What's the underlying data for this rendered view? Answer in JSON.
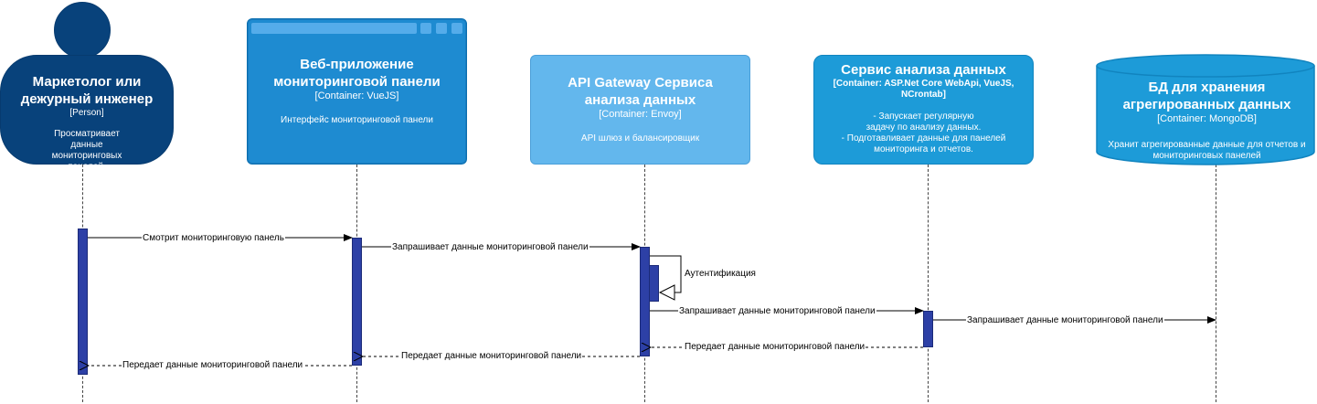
{
  "participants": {
    "person": {
      "title": "Маркетолог или дежурный инженер",
      "type": "[Person]",
      "description": "Просматривает данные мониторинговых панелей."
    },
    "webapp": {
      "title": "Веб-приложение мониторинговой панели",
      "type": "[Container: VueJS]",
      "description": "Интерфейс мониторинговой панели"
    },
    "gateway": {
      "title": "API Gateway Сервиса анализа данных",
      "type": "[Container: Envoy]",
      "description": "API шлюз и балансировщик"
    },
    "service": {
      "title": "Сервис анализа данных",
      "type": "[Container: ASP.Net Core WebApi, VueJS, NCrontab]",
      "description_lines": [
        "- Запускает регулярную",
        "задачу по анализу данных.",
        "- Подготавливает данные для панелей",
        "мониторинга и отчетов."
      ]
    },
    "db": {
      "title": "БД для хранения агрегированных данных",
      "type": "[Container: MongoDB]",
      "description": "Хранит агрегированные данные для отчетов и мониторинговых панелей"
    }
  },
  "messages": {
    "m1": "Смотрит мониторинговую панель",
    "m2": "Запрашивает данные мониторинговой панели",
    "m3": "Аутентификация",
    "m4": "Запрашивает данные мониторинговой панели",
    "m5": "Запрашивает данные мониторинговой панели",
    "r1": "Передает данные мониторинговой панели",
    "r2": "Передает данные мониторинговой панели",
    "r3": "Передает данные мониторинговой панели"
  },
  "colors": {
    "person": "#08427b",
    "webapp": "#1e8bd1",
    "gateway": "#63b7ed",
    "service": "#1d9bd8",
    "db": "#1d9bd8",
    "activation": "#2d40a6"
  }
}
